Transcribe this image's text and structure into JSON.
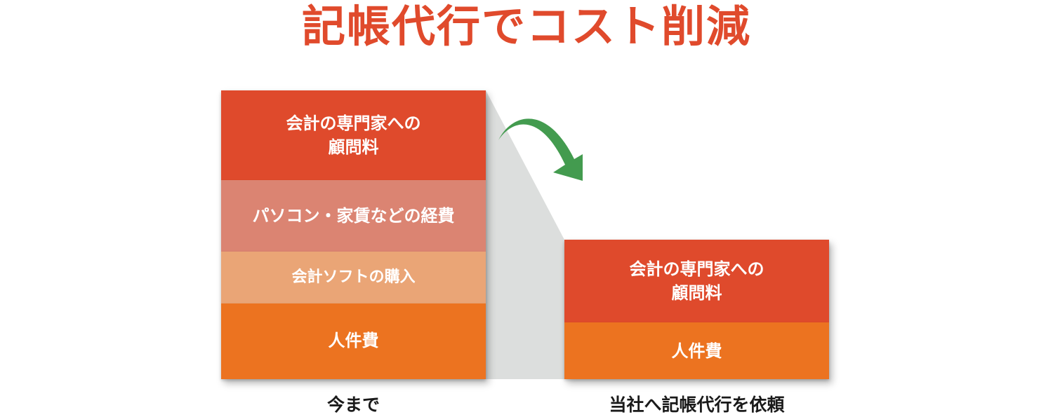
{
  "title": "記帳代行でコスト削減",
  "colors": {
    "title": "#e04a2c",
    "advisor_fee": "#df4a2c",
    "pc_rent": "#db8472",
    "software": "#eaa576",
    "personnel": "#ec7320",
    "shadow_band": "#dcdedd",
    "arrow": "#439b4f"
  },
  "before": {
    "caption": "今まで",
    "segments": [
      {
        "label": "会計の専門家への\n顧問料",
        "key": "advisor_fee"
      },
      {
        "label": "パソコン・家賃などの経費",
        "key": "pc_rent"
      },
      {
        "label": "会計ソフトの購入",
        "key": "software"
      },
      {
        "label": "人件費",
        "key": "personnel"
      }
    ]
  },
  "after": {
    "caption": "当社へ記帳代行を依頼",
    "segments": [
      {
        "label": "会計の専門家への\n顧問料",
        "key": "advisor_fee"
      },
      {
        "label": "人件費",
        "key": "personnel"
      }
    ]
  },
  "icons": {
    "transition_arrow": "curved-arrow-down-right"
  }
}
